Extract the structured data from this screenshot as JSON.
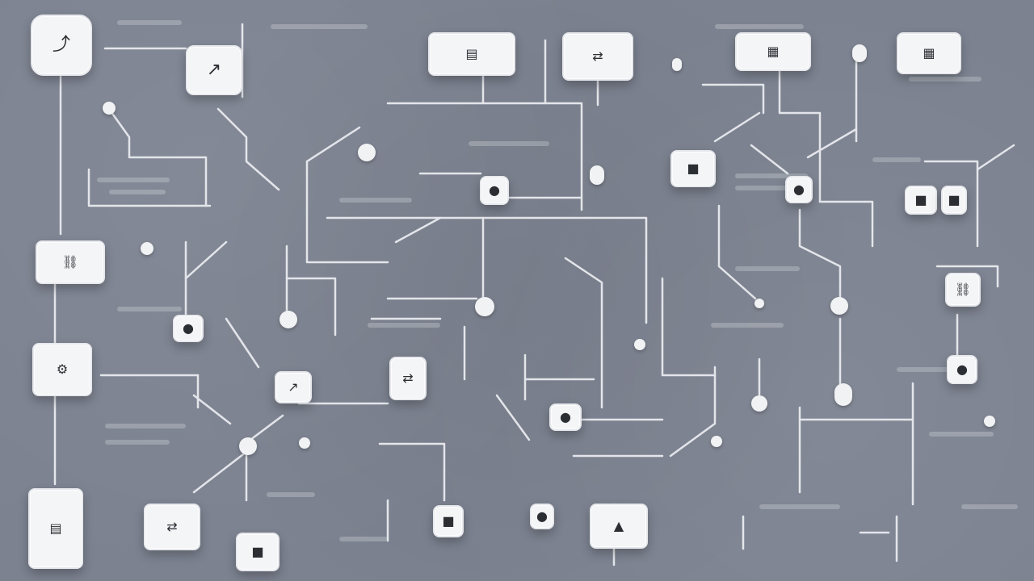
{
  "colors": {
    "background": "#7c8290",
    "node": "#f4f5f7",
    "wire": "#e9ebef"
  },
  "nodes": [
    {
      "name": "node-top-left-diagram"
    },
    {
      "name": "node-a"
    },
    {
      "name": "node-b"
    },
    {
      "name": "node-c"
    },
    {
      "name": "node-d"
    },
    {
      "name": "node-e"
    },
    {
      "name": "node-f"
    },
    {
      "name": "node-g"
    },
    {
      "name": "node-h"
    },
    {
      "name": "node-i"
    },
    {
      "name": "node-j"
    },
    {
      "name": "node-k"
    },
    {
      "name": "node-l"
    },
    {
      "name": "node-m"
    },
    {
      "name": "node-n"
    },
    {
      "name": "node-o"
    },
    {
      "name": "node-p"
    },
    {
      "name": "node-q"
    }
  ],
  "icons": {
    "flow": "⤴",
    "arrow": "↗",
    "gear": "⚙",
    "doc": "▤",
    "grid": "▦",
    "link": "⛓",
    "switch": "⇄",
    "triangle": "▲",
    "square": "■",
    "circle": "●"
  }
}
